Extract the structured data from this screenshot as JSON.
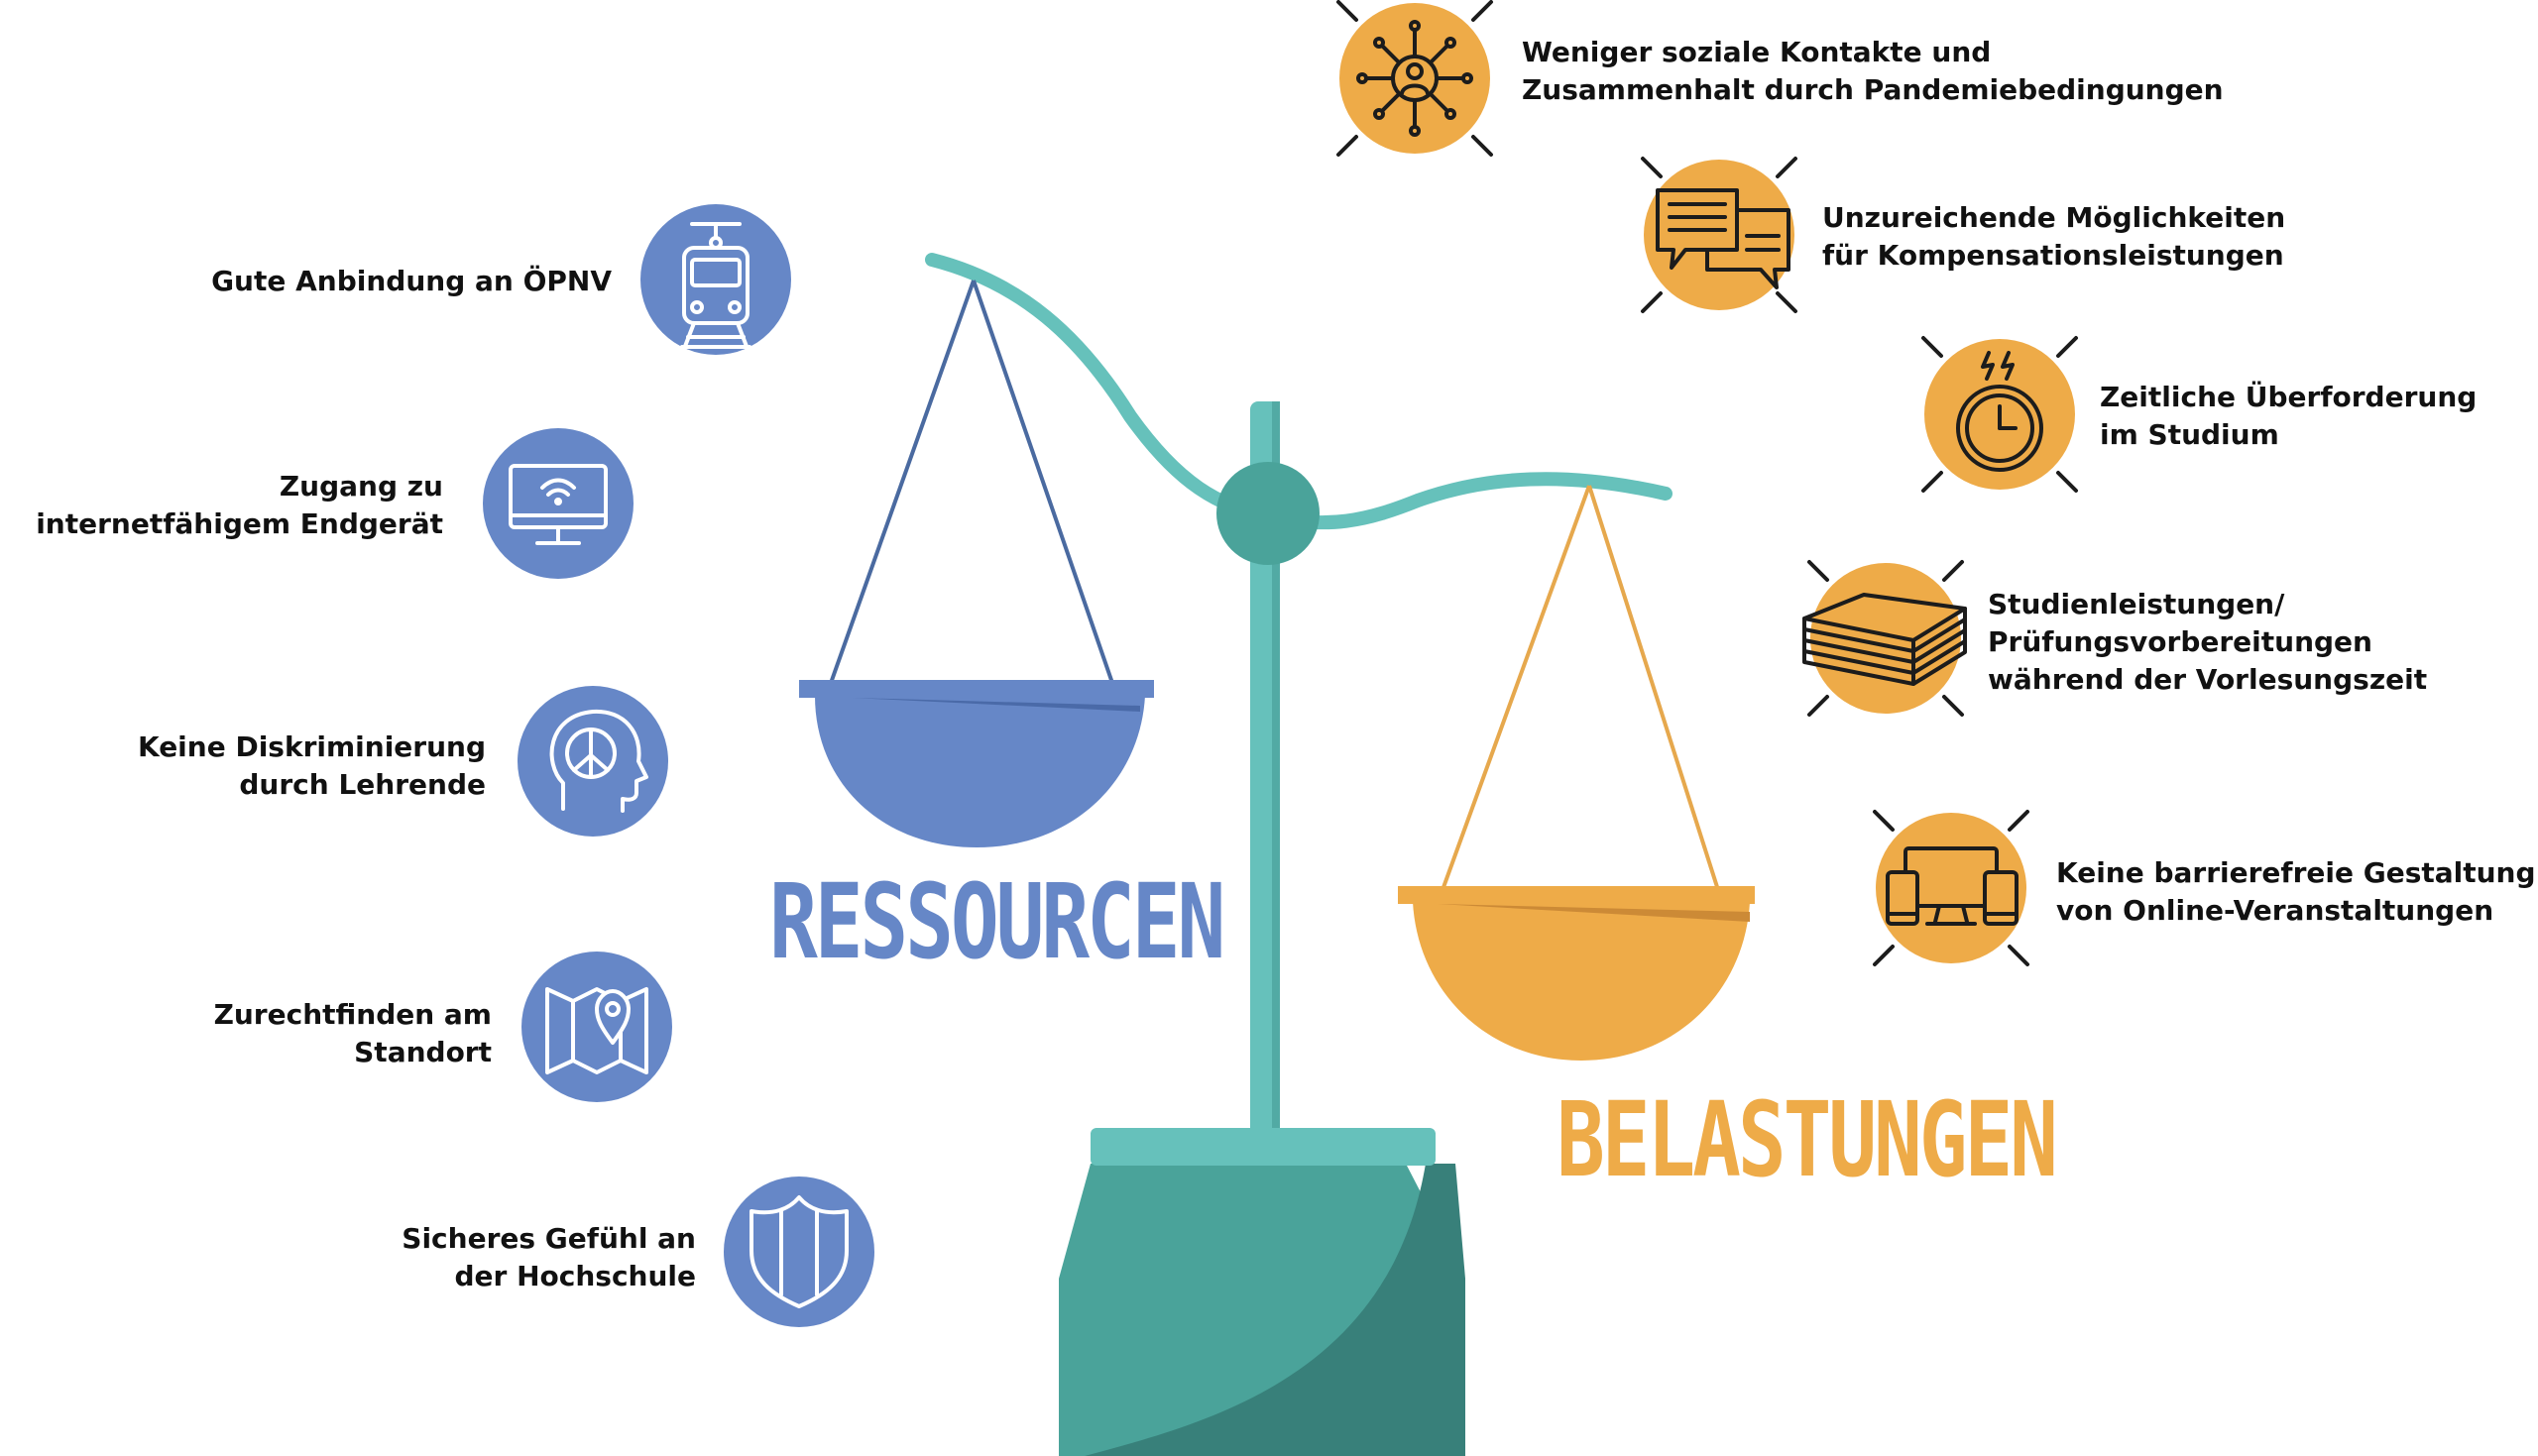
{
  "titles": {
    "resources": "RESSOURCEN",
    "burdens": "BELASTUNGEN"
  },
  "colors": {
    "resource_blue": "#6687c7",
    "burden_orange": "#eeab48",
    "scale_teal": "#66c1bb",
    "base_teal": "#4aa39a",
    "base_shadow": "#38807a",
    "icon_line": "#1c1c1c"
  },
  "resources": [
    {
      "icon": "train-icon",
      "lines": [
        "Gute Anbindung an ÖPNV"
      ]
    },
    {
      "icon": "monitor-wifi-icon",
      "lines": [
        "Zugang zu",
        "internetfähigem Endgerät"
      ]
    },
    {
      "icon": "head-peace-icon",
      "lines": [
        "Keine Diskriminierung",
        "durch Lehrende"
      ]
    },
    {
      "icon": "map-pin-icon",
      "lines": [
        "Zurechtfinden am",
        "Standort"
      ]
    },
    {
      "icon": "shield-icon",
      "lines": [
        "Sicheres Gefühl an",
        "der Hochschule"
      ]
    }
  ],
  "burdens": [
    {
      "icon": "network-person-icon",
      "lines": [
        "Weniger soziale Kontakte und",
        "Zusammenhalt durch Pandemiebedingungen"
      ]
    },
    {
      "icon": "chat-bubbles-icon",
      "lines": [
        "Unzureichende Möglichkeiten",
        "für Kompensationsleistungen"
      ]
    },
    {
      "icon": "stress-clock-icon",
      "lines": [
        "Zeitliche Überforderung",
        "im Studium"
      ]
    },
    {
      "icon": "paper-stack-icon",
      "lines": [
        "Studienleistungen/",
        "Prüfungsvorbereitungen",
        "während der Vorlesungszeit"
      ]
    },
    {
      "icon": "devices-icon",
      "lines": [
        "Keine barrierefreie Gestaltung",
        "von Online-Veranstaltungen"
      ]
    }
  ]
}
